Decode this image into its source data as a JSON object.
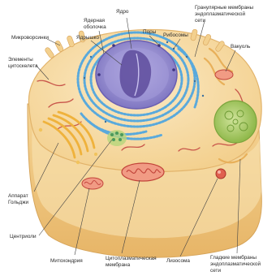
{
  "labels": {
    "nucleus": "Ядро",
    "nuclear_envelope_1": "Ядерная",
    "nuclear_envelope_2": "оболочка",
    "nucleolus": "Ядрышко",
    "pores": "Поры",
    "ribosomes": "Рибосомы",
    "granular_er_1": "Гранулярные мембраны",
    "granular_er_2": "эндоплазматической",
    "granular_er_3": "сети",
    "microvilli": "Микроворсинки",
    "cytoskeleton_1": "Элементы",
    "cytoskeleton_2": "цитоскелета",
    "vacuole": "Вакуоль",
    "golgi_1": "Аппарат",
    "golgi_2": "Гольджи",
    "centrioles": "Центриоли",
    "mitochondria": "Митохондрия",
    "cell_membrane_1": "Цитоплазматическая",
    "cell_membrane_2": "мембрана",
    "lysosome": "Лизосома",
    "smooth_er_1": "Гладкие мембраны",
    "smooth_er_2": "эндоплазматической",
    "smooth_er_3": "сети"
  },
  "colors": {
    "cytoplasm": "#f6dca4",
    "membrane_base": "#f1c981",
    "nucleus": "#8f86cc",
    "nucleolus": "#5e4c9c",
    "rough_er": "#59a9dc",
    "golgi": "#efb23c",
    "mitochondria": "#d9423e",
    "vacuole": "#a5c85a",
    "centriole": "#4c9a5b",
    "leader_line": "#444444"
  }
}
